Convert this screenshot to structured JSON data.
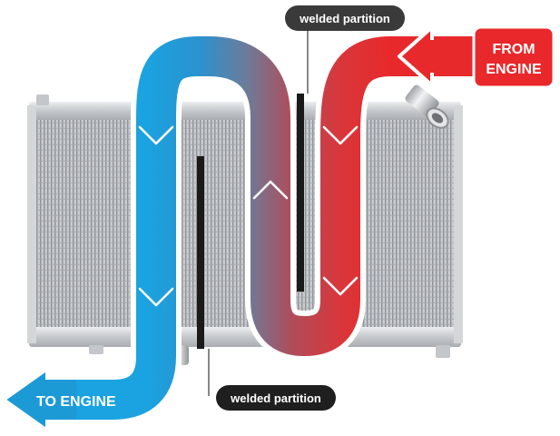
{
  "labels": {
    "from_engine_line1": "FROM",
    "from_engine_line2": "ENGINE",
    "to_engine": "TO ENGINE",
    "partition_top": "welded partition",
    "partition_bottom": "welded partition"
  },
  "colors": {
    "hot": "#e8282b",
    "cold": "#1c9ad6",
    "mid": "#7a6f8a",
    "partition": "#1a1a1a",
    "label_bg": "#3a3a3a",
    "label_text": "#ffffff",
    "radiator_fin": "#b9bcc0",
    "radiator_frame": "#d7d9dc"
  },
  "icons": [
    "arrow-left-icon",
    "arrow-down-icon",
    "arrow-up-icon",
    "inlet-pipe-icon"
  ]
}
